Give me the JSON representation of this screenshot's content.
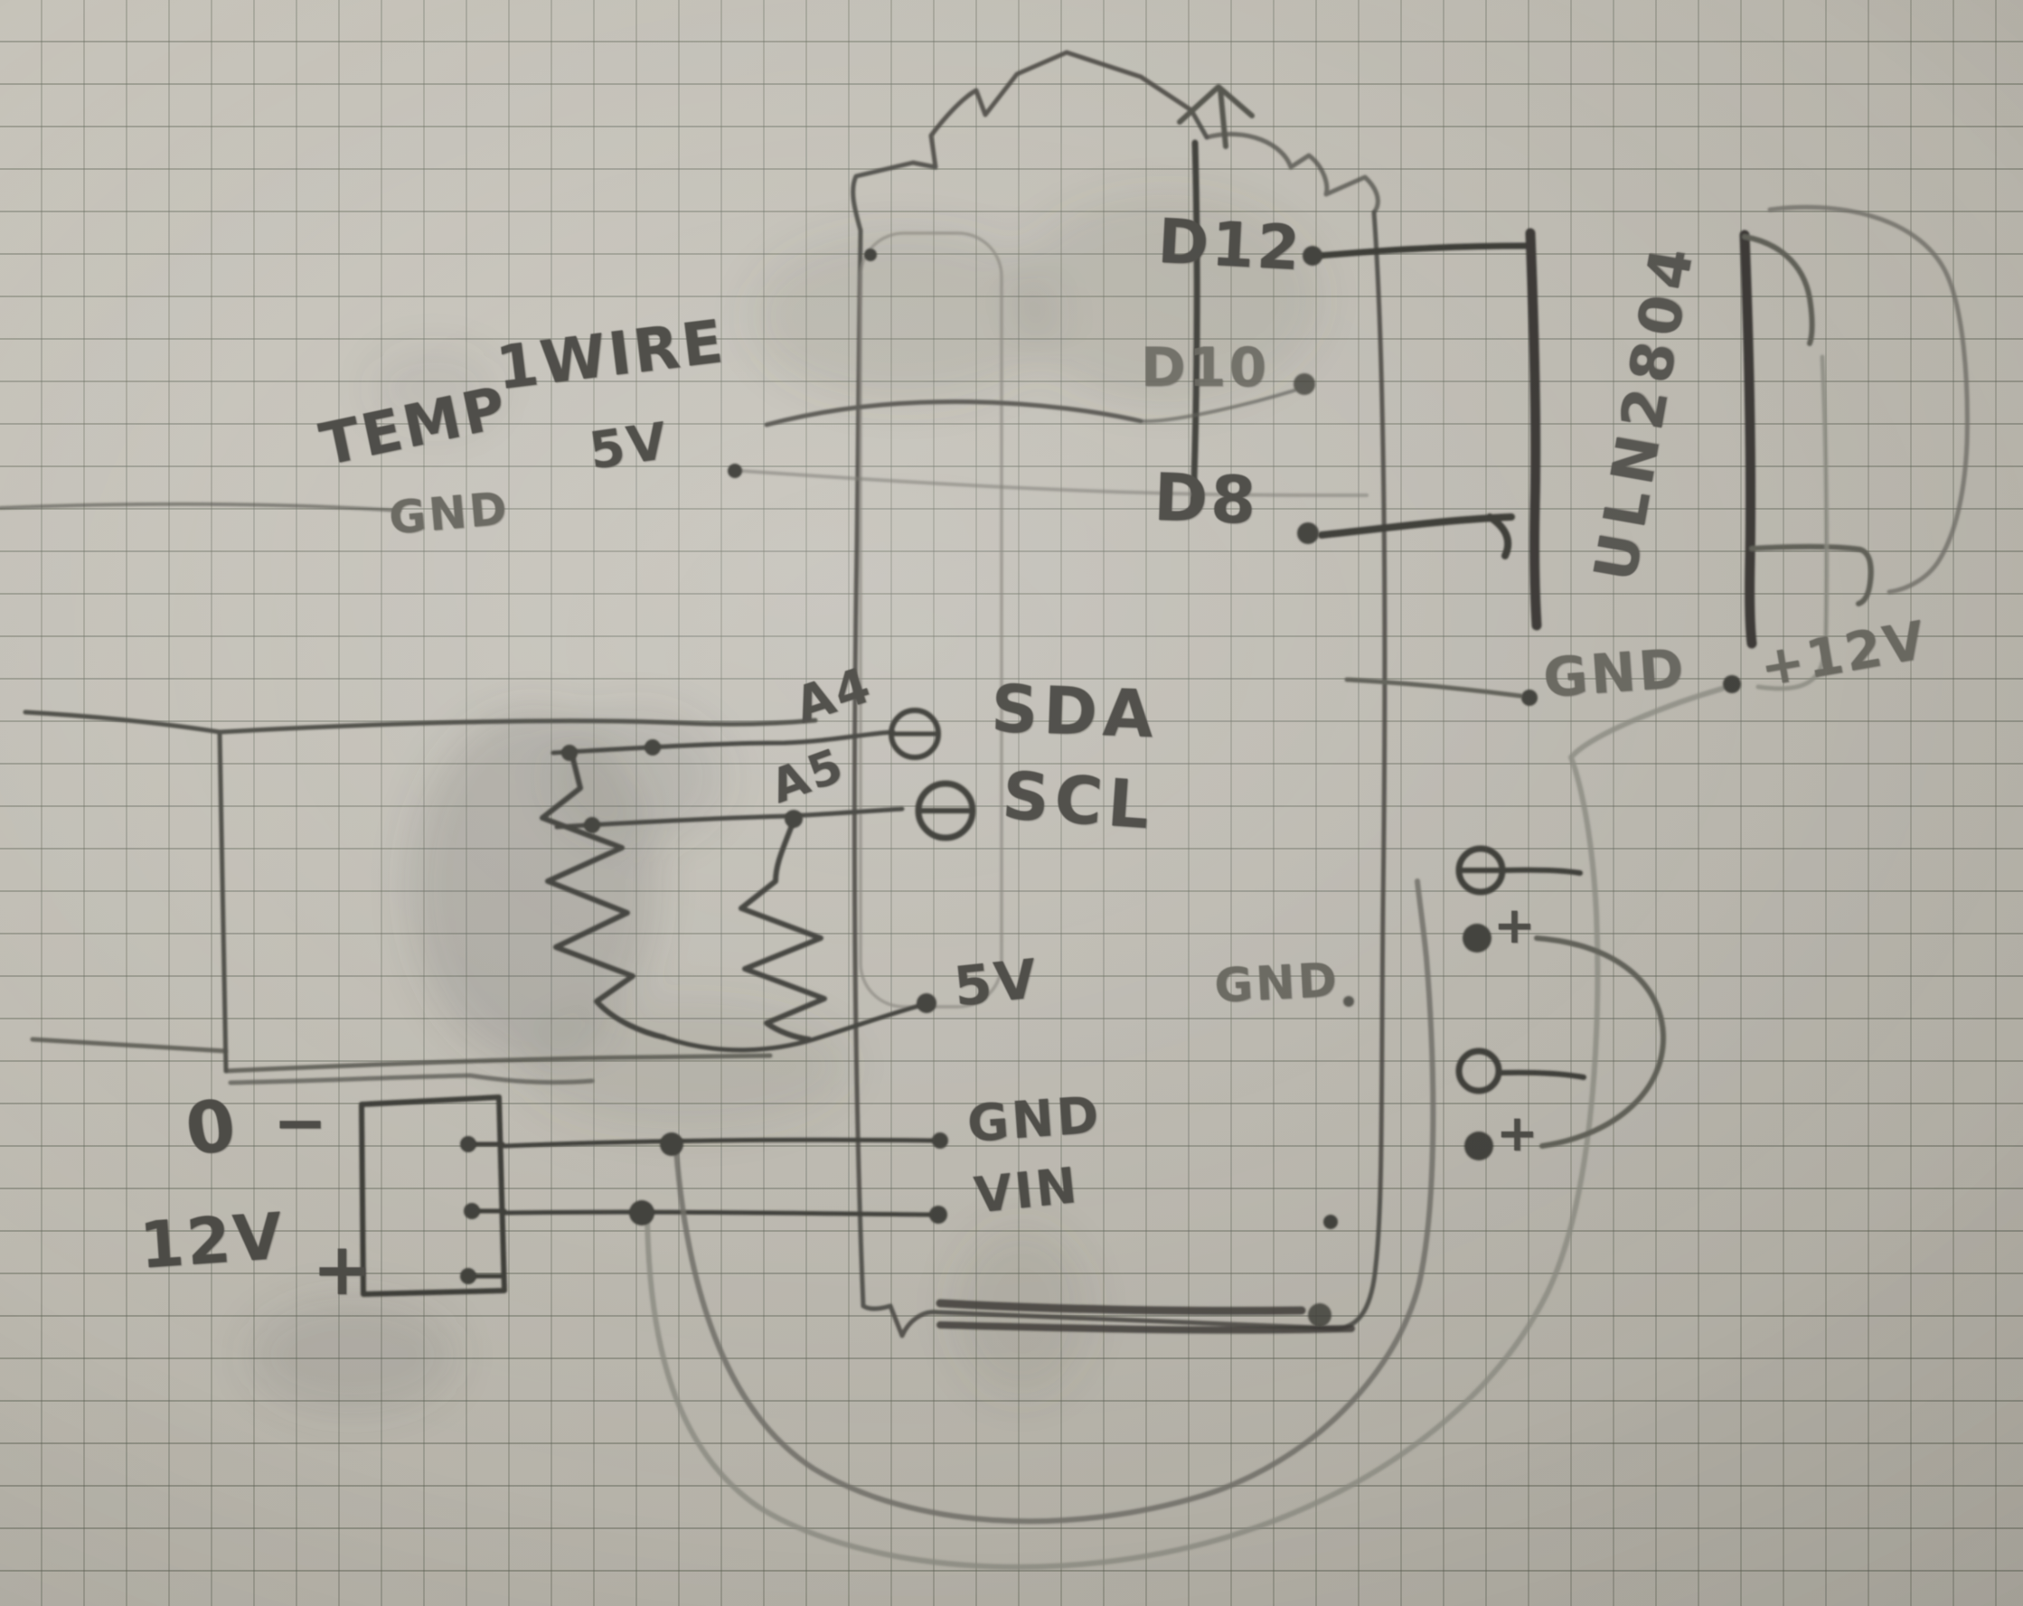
{
  "title": "Hand-drawn wiring sketch: Arduino with ULN2804 driver, 1-Wire temp sensor and 12V supply",
  "colors": {
    "paper": "#d8d6d0",
    "grid": "#6f7062",
    "pencil_dark": "#403f3a",
    "pencil_mid": "#68675f",
    "pencil_light": "#8d8c84"
  },
  "temp_sensor": {
    "bus": "1WIRE",
    "name": "TEMP",
    "v5": "5V",
    "gnd": "GND"
  },
  "board": {
    "d12": "D12",
    "d10": "D10",
    "d8": "D8",
    "a4": "A4",
    "sda": "SDA",
    "a5": "A5",
    "scl": "SCL",
    "v5": "5V",
    "gnd": "GND",
    "vin": "VIN",
    "gnd_right": "GND"
  },
  "driver": {
    "chip": "ULN2804",
    "gnd": "GND",
    "v12": "+12V",
    "out_plus_top": "+",
    "out_plus_bottom": "+"
  },
  "power_supply": {
    "zero": "0",
    "minus": "−",
    "twelve": "12V",
    "plus": "+"
  }
}
